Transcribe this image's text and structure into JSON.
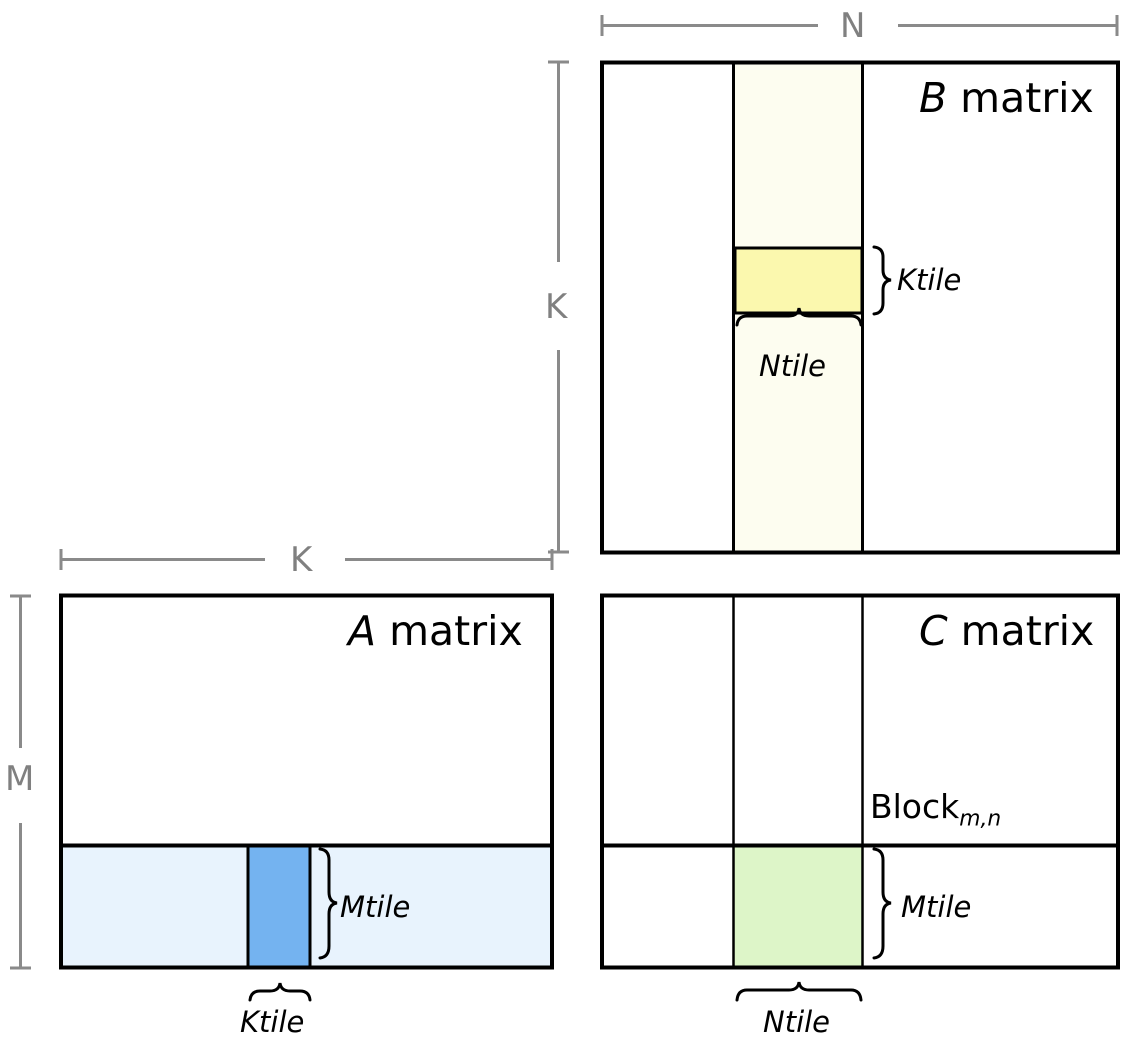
{
  "diagram": {
    "title_b": {
      "symbol": "B",
      "word": " matrix"
    },
    "title_a": {
      "symbol": "A",
      "word": " matrix"
    },
    "title_c": {
      "symbol": "C",
      "word": " matrix"
    },
    "dimensions": {
      "n_label": "N",
      "k_top_label": "K",
      "k_side_label": "K",
      "m_label": "M"
    },
    "labels": {
      "b_ktile": "Ktile",
      "b_ntile": "Ntile",
      "a_mtile": "Mtile",
      "a_ktile": "Ktile",
      "c_mtile": "Mtile",
      "c_ntile": "Ntile",
      "c_block": "Block",
      "c_block_sub": "m,n"
    },
    "colors": {
      "b_strip": "#fdfdf0",
      "b_tile": "#fbf8ae",
      "a_band": "#e8f3fd",
      "a_tile": "#74b3f0",
      "c_tile": "#ddf5c8",
      "outline": "#000000",
      "dim_line": "#8a8a8a",
      "background": "#ffffff"
    }
  }
}
